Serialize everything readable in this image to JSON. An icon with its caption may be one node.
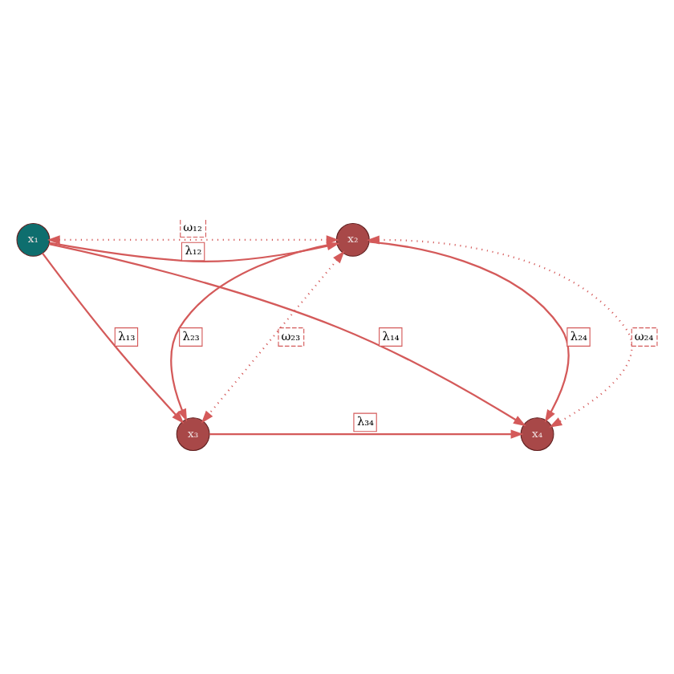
{
  "diagram": {
    "nodes": [
      {
        "text": [
          "x₁"
        ]
      },
      {
        "text": [
          "x₂"
        ]
      },
      {
        "text": [
          "x₃"
        ]
      },
      {
        "text": [
          "x₄"
        ]
      }
    ],
    "edges": [
      {
        "from": 0,
        "to": 1,
        "arrow": "to",
        "label": "λ₁₂"
      },
      {
        "from": 0,
        "to": 3,
        "arrow": "to",
        "label": "λ₁₄"
      },
      {
        "from": 1,
        "to": 2,
        "arrow": "to",
        "label": "λ₂₃"
      },
      {
        "from": 0,
        "to": 2,
        "arrow": "to",
        "label": "λ₁₃"
      },
      {
        "from": 1,
        "to": 3,
        "arrow": "to",
        "label": "λ₂₄"
      },
      {
        "from": 2,
        "to": 3,
        "arrow": "to",
        "label": "λ₃₄"
      },
      {
        "from": 0,
        "to": 1,
        "arrow": "both",
        "label": "ω₁₂",
        "style": "dashed"
      },
      {
        "from": 1,
        "to": 2,
        "arrow": "both",
        "label": "ω₂₃",
        "style": "dashed"
      },
      {
        "from": 1,
        "to": 3,
        "arrow": "both",
        "label": "ω₂₄",
        "style": "dashed"
      }
    ]
  }
}
